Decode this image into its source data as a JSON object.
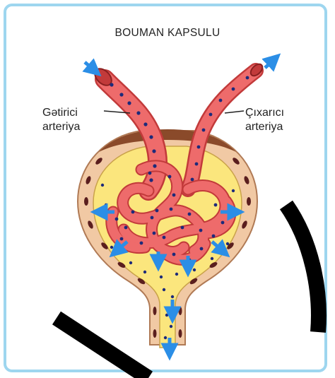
{
  "title": "BOUMAN KAPSULU",
  "labels": {
    "afferent": {
      "line1": "Gətirici",
      "line2": "arteriya"
    },
    "efferent": {
      "line1": "Çıxarıcı",
      "line2": "arteriya"
    }
  },
  "colors": {
    "frame": "#9ed6ef",
    "vessel": "#ee6b6b",
    "vessel_dark": "#c23a3a",
    "capsule_wall": "#f1c9a4",
    "capsule_space": "#fbe67d",
    "nucleus": "#5a1e1e",
    "particle": "#1d2a7a",
    "arrow": "#2b8ee6",
    "watermark": "#000000"
  }
}
